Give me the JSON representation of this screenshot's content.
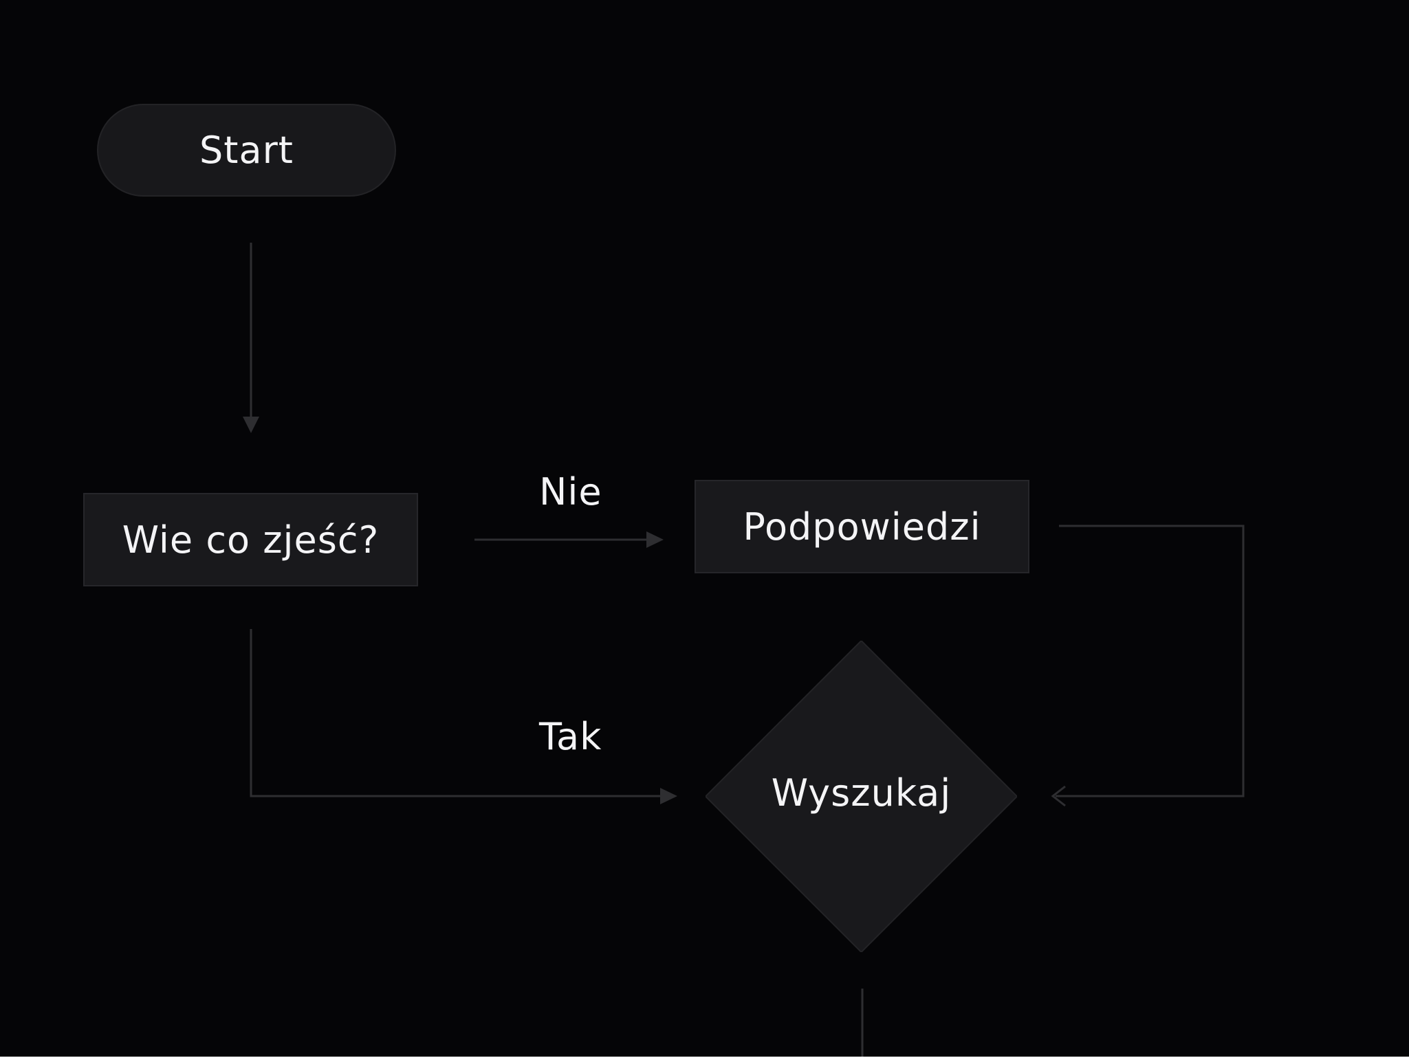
{
  "diagram": {
    "nodes": {
      "start": {
        "label": "Start",
        "shape": "terminal"
      },
      "question": {
        "label": "Wie co zjeść?",
        "shape": "process"
      },
      "hint": {
        "label": "Podpowiedzi",
        "shape": "process"
      },
      "search": {
        "label": "Wyszukaj",
        "shape": "decision"
      }
    },
    "edges": [
      {
        "from": "start",
        "to": "question",
        "label": ""
      },
      {
        "from": "question",
        "to": "hint",
        "label": "Nie"
      },
      {
        "from": "question",
        "to": "search",
        "label": "Tak"
      },
      {
        "from": "hint",
        "to": "search",
        "label": ""
      },
      {
        "from": "search",
        "to": "",
        "label": ""
      }
    ],
    "edge_labels": {
      "no": "Nie",
      "yes": "Tak"
    }
  },
  "colors": {
    "background": "#050507",
    "node_fill": "#19191c",
    "node_border": "#26262a",
    "connector": "#2e2e31",
    "text": "#f4f4f6"
  }
}
